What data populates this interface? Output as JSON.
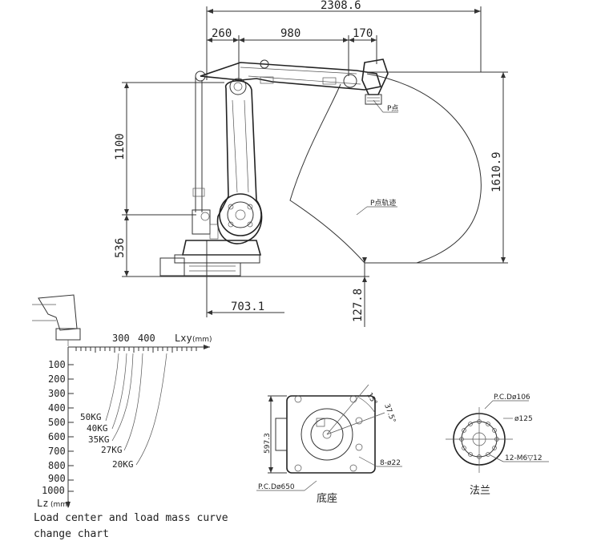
{
  "dimensions": {
    "total_reach": "2308.6",
    "seg_a": "260",
    "seg_b": "980",
    "seg_c": "170",
    "height_upper": "1100",
    "height_base": "536",
    "height_right": "1610.9",
    "base_offset": "703.1",
    "below_base": "127.8"
  },
  "labels": {
    "p_point": "P点",
    "p_trajectory": "P点轨迹"
  },
  "load_chart": {
    "lxy_ticks": [
      "300",
      "400"
    ],
    "lxy_axis": "Lxy",
    "lxy_unit": "(mm)",
    "lz_ticks": [
      "100",
      "200",
      "300",
      "400",
      "500",
      "600",
      "700",
      "800",
      "900",
      "1000"
    ],
    "lz_axis": "Lz",
    "lz_unit": "(mm)",
    "curves": [
      "50KG",
      "40KG",
      "35KG",
      "27KG",
      "20KG"
    ],
    "caption_line1": "Load center and load mass curve",
    "caption_line2": "change chart"
  },
  "base_view": {
    "dim_left": "597.3",
    "angle_a": "15°",
    "angle_b": "37.5°",
    "holes": "8-ø22",
    "pcd": "P.C.Dø650",
    "title": "底座"
  },
  "flange_view": {
    "pcd": "P.C.Dø106",
    "dia": "ø125",
    "holes": "12-M6▽12",
    "title": "法兰"
  }
}
